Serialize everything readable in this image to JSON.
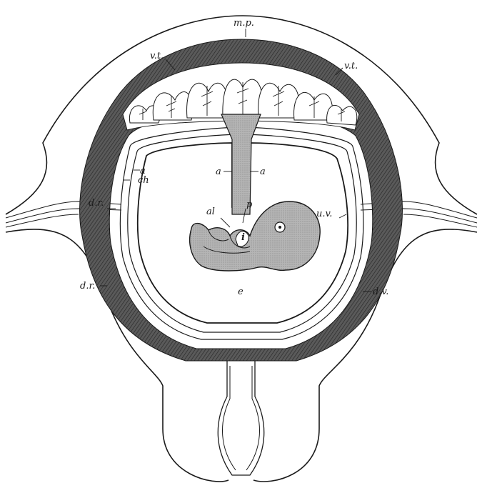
{
  "labels": {
    "mp": "m.p.",
    "vt_left": "v.t.",
    "vt_right": "v.t.",
    "a_left": "a",
    "a_mid": "a",
    "a_right": "a",
    "ch": "ch",
    "dr_upper": "d.r.",
    "dr_lower": "d.r.",
    "al": "al",
    "p": "p",
    "i": "i",
    "uv": "u.v.",
    "dv": "d.v.",
    "e": "e"
  },
  "colors": {
    "ink": "#1a1a1a",
    "shade": "#4a4a4a",
    "tint": "#b8b8b8",
    "paper": "#ffffff"
  }
}
